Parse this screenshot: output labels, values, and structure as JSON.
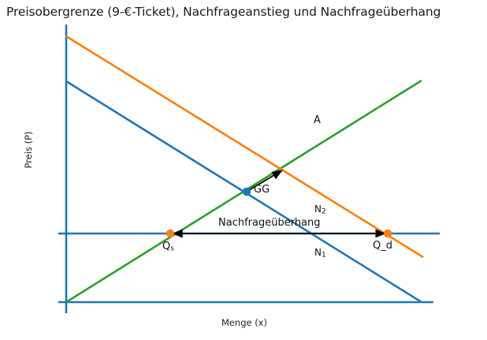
{
  "chart_data": {
    "type": "line",
    "title": "Preisobergrenze (9-€-Ticket), Nachfrageanstieg und Nachfrageüberhang",
    "xlabel": "Menge (x)",
    "ylabel": "Preis (P)",
    "grid": false,
    "legend": "none",
    "xlim": [
      0,
      100
    ],
    "ylim": [
      0,
      100
    ],
    "colors": {
      "demand_original": "#1f77b4",
      "demand_increased": "#ff7f0e",
      "supply": "#2ca02c",
      "axis": "#1f77b4",
      "price_ceiling": "#1f77b4",
      "arrow": "#000000",
      "equilibrium_marker": "#1f77b4",
      "quantity_marker": "#ff7f0e"
    },
    "series": [
      {
        "name": "N₁",
        "role": "demand-original",
        "color": "#1f77b4",
        "x": [
          0,
          100
        ],
        "y": [
          79,
          0
        ]
      },
      {
        "name": "N₂",
        "role": "demand-increased",
        "color": "#ff7f0e",
        "x": [
          0,
          100
        ],
        "y": [
          100,
          17
        ]
      },
      {
        "name": "A",
        "role": "supply",
        "color": "#2ca02c",
        "x": [
          0,
          100
        ],
        "y": [
          0,
          83
        ]
      },
      {
        "name": "Preisobergrenze",
        "role": "price-ceiling",
        "color": "#1f77b4",
        "x": [
          0,
          105
        ],
        "y": [
          24.5,
          24.5
        ]
      }
    ],
    "points": [
      {
        "label": "GG",
        "role": "equilibrium",
        "x": 49,
        "y": 40,
        "color": "#1f77b4"
      },
      {
        "label": "Qₛ",
        "role": "quantity-supplied",
        "x": 29,
        "y": 24.5,
        "color": "#ff7f0e"
      },
      {
        "label": "Q_d",
        "role": "quantity-demanded",
        "x": 90,
        "y": 24.5,
        "color": "#ff7f0e"
      }
    ],
    "annotations": [
      {
        "text": "A",
        "role": "supply-label",
        "x": 67,
        "y": 65
      },
      {
        "text": "N₂",
        "role": "demand-increased-label",
        "x": 73,
        "y": 32
      },
      {
        "text": "N₁",
        "role": "demand-original-label",
        "x": 73,
        "y": 17
      },
      {
        "text": "Nachfrageüberhang",
        "role": "excess-demand-label",
        "x": 60,
        "y": 27
      },
      {
        "text": "GG",
        "role": "equilibrium-label",
        "x": 52,
        "y": 38
      }
    ],
    "arrows": [
      {
        "role": "demand-shift-arrow",
        "from": [
          49,
          40
        ],
        "to": [
          63,
          48
        ],
        "style": "single",
        "color": "#000000"
      },
      {
        "role": "excess-demand-arrow",
        "from": [
          29,
          24.5
        ],
        "to": [
          90,
          24.5
        ],
        "style": "double",
        "color": "#000000"
      }
    ]
  },
  "labels": {
    "title": "Preisobergrenze (9-€-Ticket), Nachfrageanstieg und Nachfrageüberhang",
    "xlabel": "Menge (x)",
    "ylabel": "Preis (P)",
    "supply": "A",
    "demand_increased_base": "N",
    "demand_increased_sub": "2",
    "demand_original_base": "N",
    "demand_original_sub": "1",
    "excess_demand": "Nachfrageüberhang",
    "equilibrium": "GG",
    "qs_base": "Q",
    "qs_sub": "s",
    "qd": "Q_d"
  }
}
